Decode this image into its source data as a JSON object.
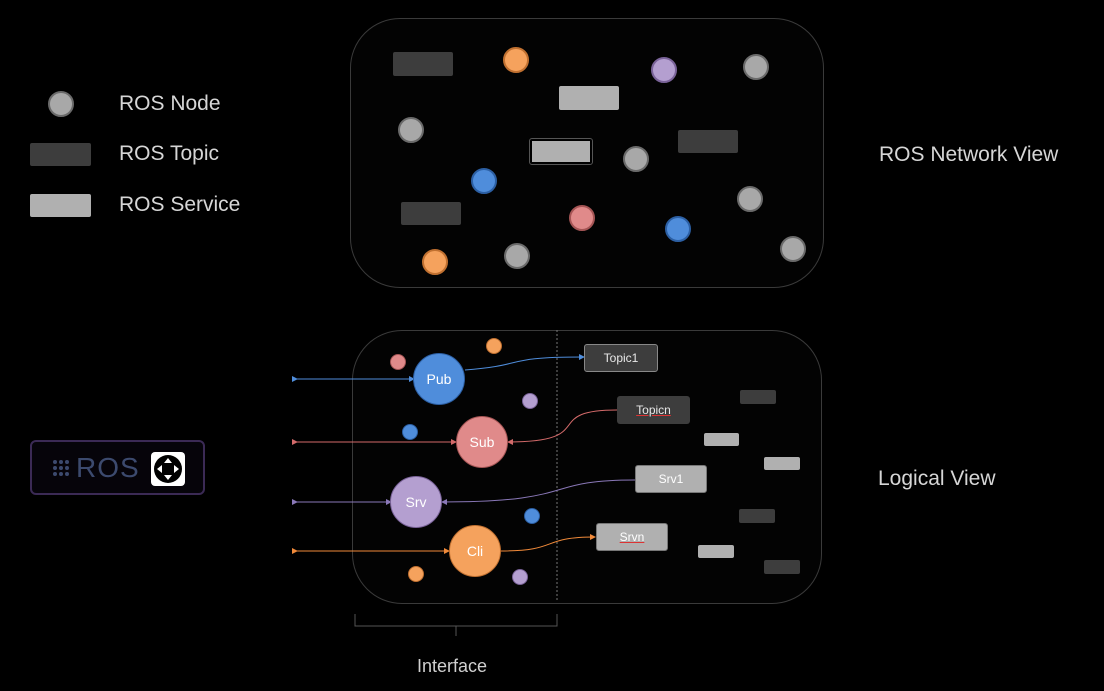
{
  "legend": {
    "node": "ROS Node",
    "topic": "ROS Topic",
    "service": "ROS Service"
  },
  "views": {
    "network": "ROS Network View",
    "logical": "Logical View"
  },
  "logo": {
    "text": "ROS"
  },
  "interface_label": "Interface",
  "logical": {
    "pub": "Pub",
    "sub": "Sub",
    "srv": "Srv",
    "cli": "Cli",
    "topic1": "Topic1",
    "topicn": "Topicn",
    "srv1": "Srv1",
    "srvn": "Srvn"
  },
  "colors": {
    "gray_node": "#a8a8a8",
    "orange": "#f5a25d",
    "purple": "#b49fd0",
    "blue": "#4f8ddb",
    "pink": "#e08a8a",
    "topic": "#3d3d3d",
    "service": "#b0b0b0"
  }
}
